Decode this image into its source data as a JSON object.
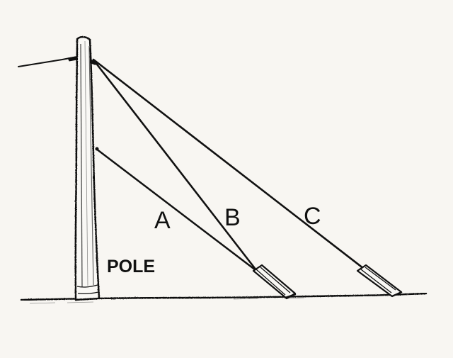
{
  "diagram": {
    "labels": {
      "pole": "POLE",
      "a": "A",
      "b": "B",
      "c": "C"
    },
    "ink_color": "#111111",
    "paper_color": "#f8f6f2"
  }
}
